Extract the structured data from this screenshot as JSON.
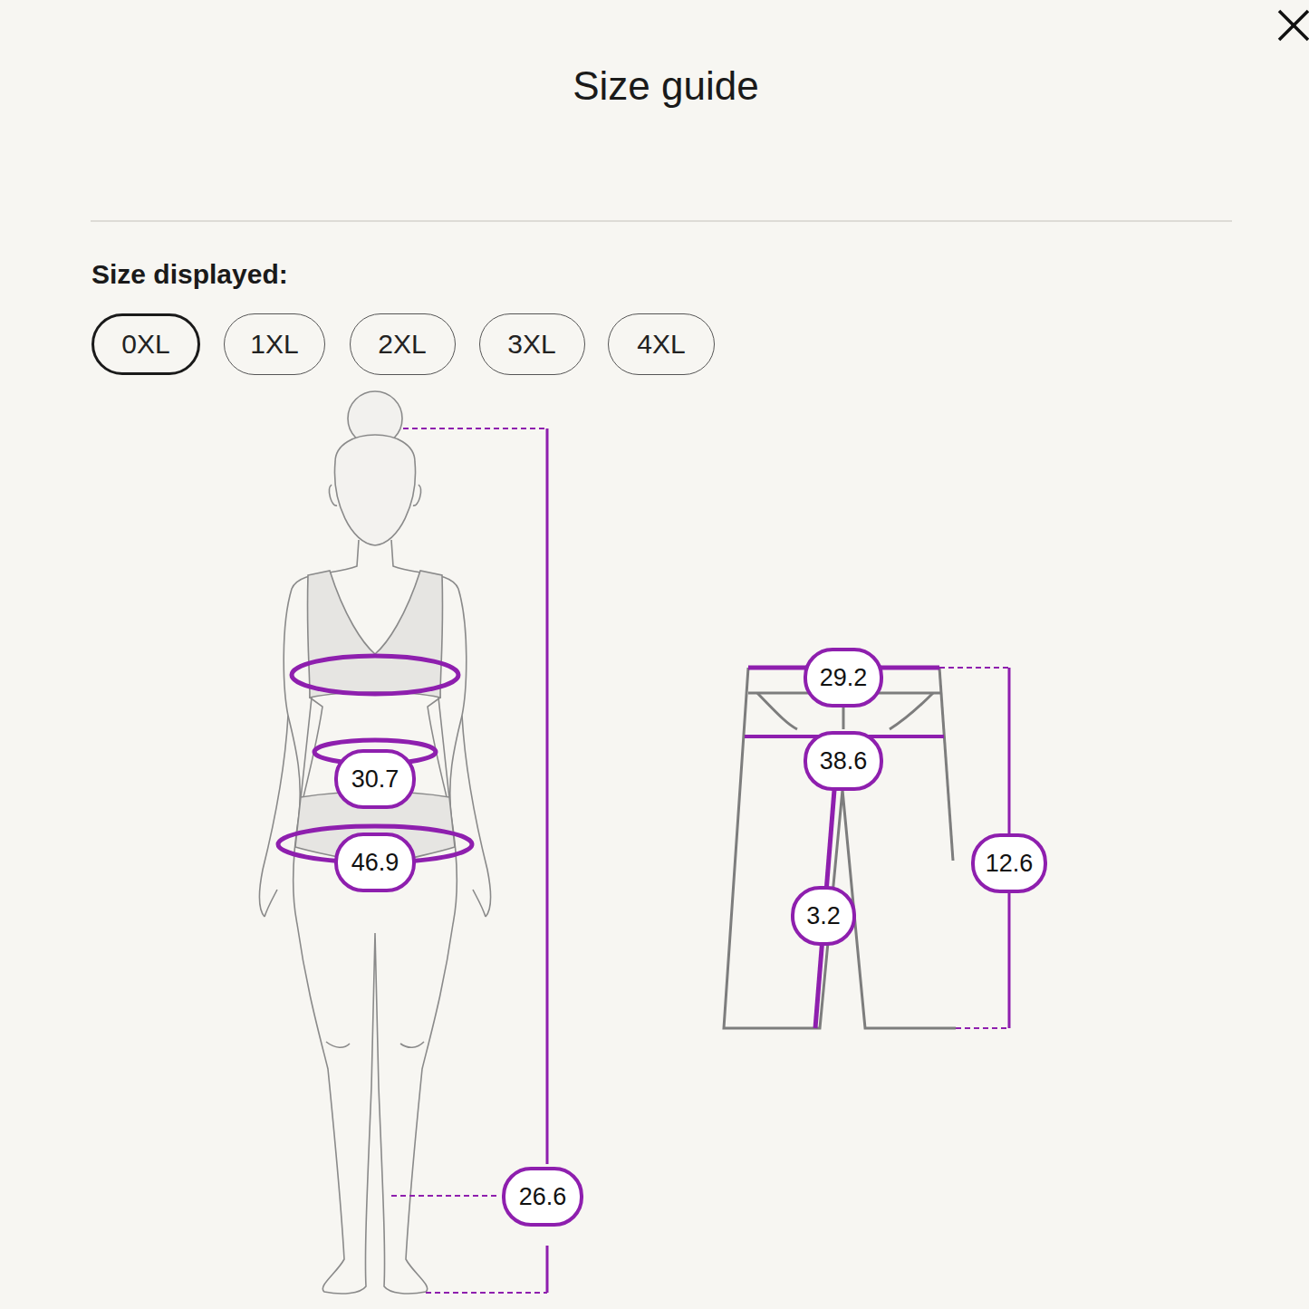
{
  "diagram": {
    "title": "Size guide",
    "nodes": [
      {
        "text": [
          "0XL"
        ]
      },
      {
        "text": [
          "1XL"
        ]
      },
      {
        "text": [
          "2XL"
        ]
      },
      {
        "text": [
          "3XL"
        ]
      },
      {
        "text": [
          "4XL"
        ]
      },
      {
        "text": [
          "29.2"
        ]
      },
      {
        "text": [
          "38.6"
        ]
      },
      {
        "text": [
          "30.7"
        ]
      },
      {
        "text": [
          "46.9"
        ]
      },
      {
        "text": [
          "12.6"
        ]
      },
      {
        "text": [
          "3.2"
        ]
      },
      {
        "text": [
          "26.6"
        ]
      }
    ],
    "labels": [
      "Size displayed:"
    ]
  }
}
